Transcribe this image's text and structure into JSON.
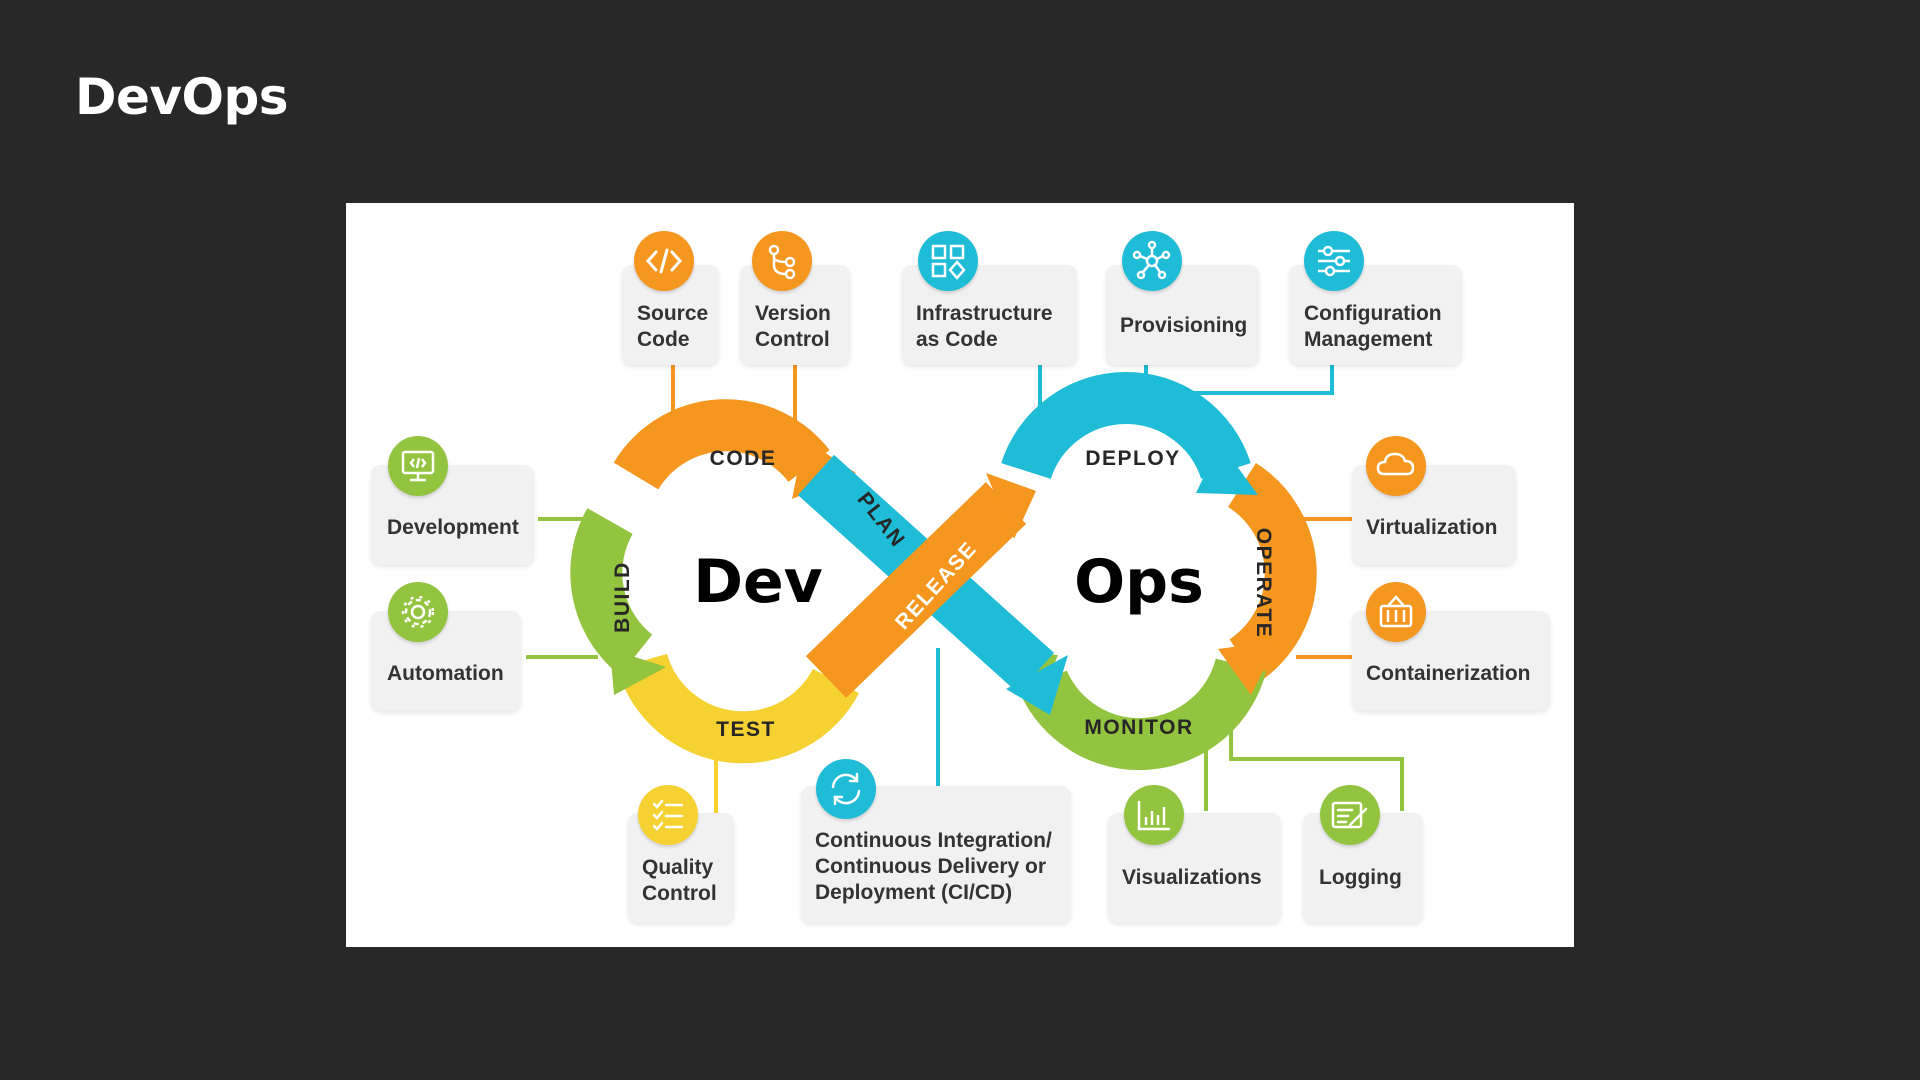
{
  "title": "DevOps",
  "diagram": {
    "center_left": "Dev",
    "center_right": "Ops",
    "phases": {
      "code": "CODE",
      "plan": "PLAN",
      "build": "BUILD",
      "test": "TEST",
      "release": "RELEASE",
      "deploy": "DEPLOY",
      "operate": "OPERATE",
      "monitor": "MONITOR"
    },
    "items": {
      "source_code": "Source\nCode",
      "version_control": "Version\nControl",
      "infrastructure_as_code": "Infrastructure\nas Code",
      "provisioning": "Provisioning",
      "configuration_management": "Configuration\nManagement",
      "development": "Development",
      "automation": "Automation",
      "virtualization": "Virtualization",
      "containerization": "Containerization",
      "quality_control": "Quality\nControl",
      "ci_cd": "Continuous Integration/\nContinuous Delivery or\nDeployment (CI/CD)",
      "visualizations": "Visualizations",
      "logging": "Logging"
    },
    "colors": {
      "orange": "#f5961e",
      "teal": "#1ebcd6",
      "green": "#93c43f",
      "yellow": "#f5d131",
      "card": "#f1f1f1"
    },
    "icons": {
      "source_code": "code-brackets-icon",
      "version_control": "git-branch-icon",
      "infrastructure_as_code": "blocks-icon",
      "provisioning": "network-icon",
      "configuration_management": "sliders-icon",
      "development": "monitor-code-icon",
      "automation": "gear-icon",
      "virtualization": "cloud-icon",
      "containerization": "container-icon",
      "quality_control": "checklist-icon",
      "ci_cd": "refresh-icon",
      "visualizations": "bar-chart-icon",
      "logging": "document-pen-icon"
    }
  }
}
